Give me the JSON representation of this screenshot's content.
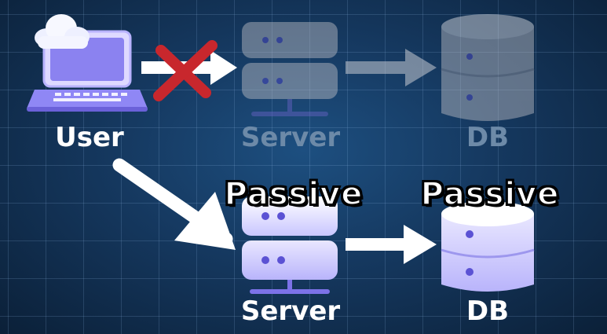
{
  "labels": {
    "user": "User",
    "server_top": "Server",
    "db_top": "DB",
    "passive_server": "Passive",
    "passive_db": "Passive",
    "server_bottom": "Server",
    "db_bottom": "DB"
  },
  "colors": {
    "device_lavender": "#b7b3ff",
    "device_purple": "#6f63e6",
    "cross_red": "#c8272d",
    "arrow_white": "#ffffff"
  },
  "icons": {
    "user": "laptop-with-cloud-icon",
    "server": "server-rack-icon",
    "db": "database-cylinder-icon",
    "blocked": "red-x-icon"
  }
}
